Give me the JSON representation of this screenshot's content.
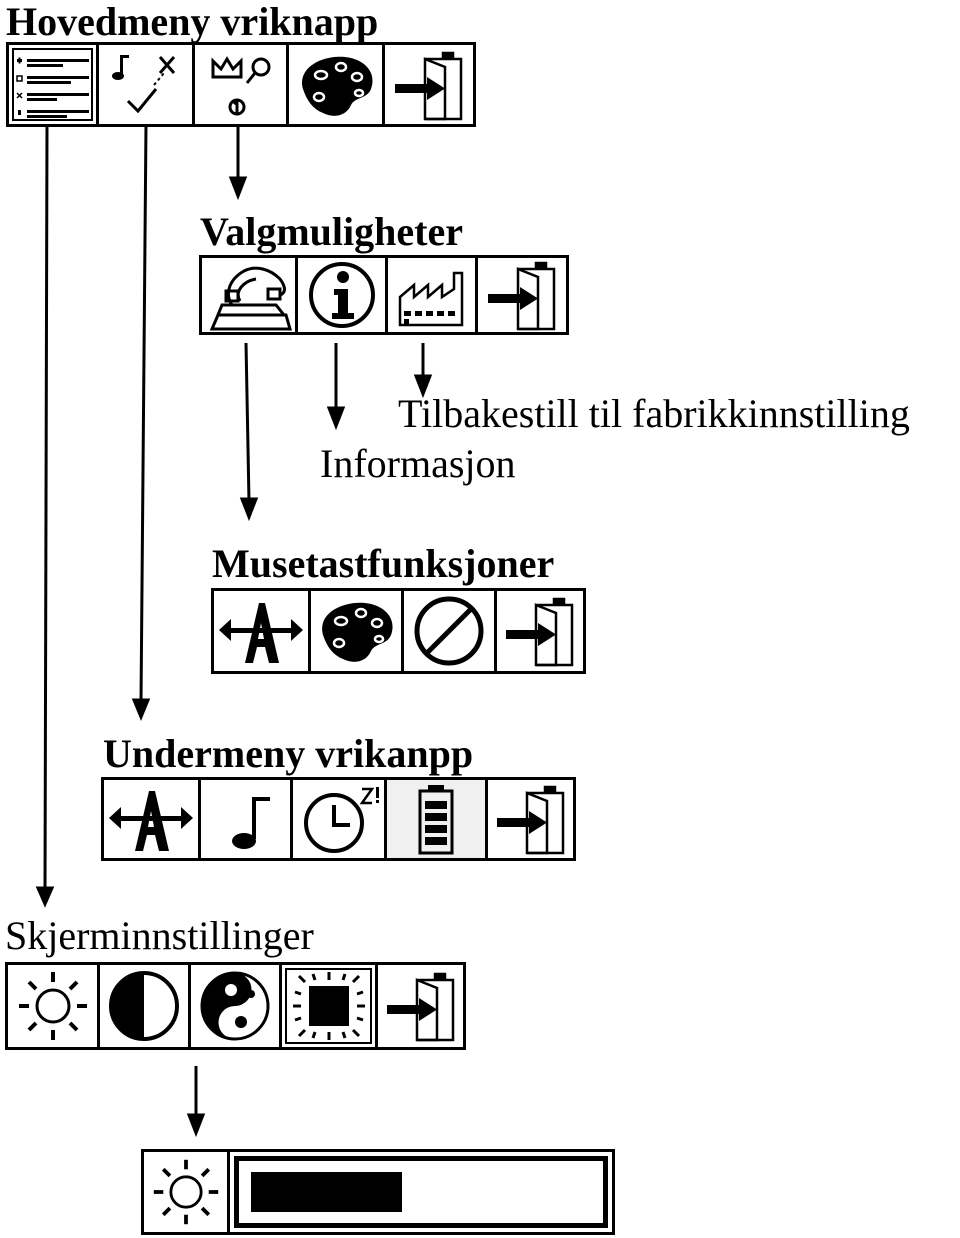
{
  "labels": {
    "main_menu": "Hovedmeny vriknapp",
    "options": "Valgmuligheter",
    "factory_reset": "Tilbakestill til fabrikkinnstilling",
    "information": "Informasjon",
    "mouse_functions": "Musetastfunksjoner",
    "submenu": "Undermeny vrikanpp",
    "display_settings": "Skjerminnstillinger"
  },
  "icons": {
    "main_menu": [
      "sliders-menu-icon",
      "note-check-icon",
      "crown-key-icon",
      "palette-icon",
      "exit-door-icon"
    ],
    "options": [
      "telephone-icon",
      "info-icon",
      "factory-icon",
      "exit-door-icon"
    ],
    "mouse_functions": [
      "font-size-arrows-icon",
      "palette-icon",
      "no-symbol-icon",
      "exit-door-icon"
    ],
    "submenu": [
      "font-size-arrows-icon",
      "music-note-icon",
      "sleep-clock-icon",
      "battery-icon",
      "exit-door-icon"
    ],
    "display_settings": [
      "brightness-sun-icon",
      "contrast-half-icon",
      "yin-yang-icon",
      "black-square-sun-icon",
      "exit-door-icon"
    ],
    "slider": "brightness-sun-icon"
  },
  "brightness_level": 0.45,
  "colors": {
    "ink": "#000000",
    "paper": "#ffffff"
  }
}
